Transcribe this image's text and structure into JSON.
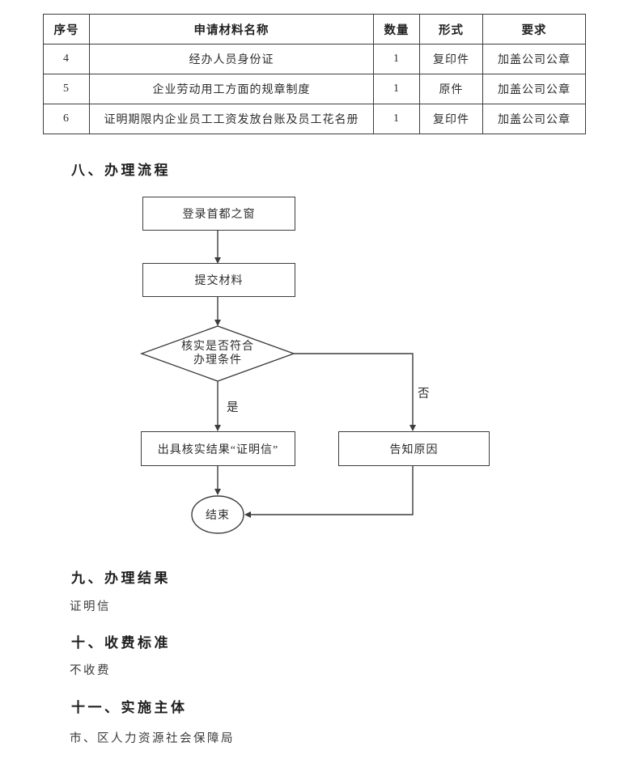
{
  "table": {
    "headers": [
      "序号",
      "申请材料名称",
      "数量",
      "形式",
      "要求"
    ],
    "rows": [
      [
        "4",
        "经办人员身份证",
        "1",
        "复印件",
        "加盖公司公章"
      ],
      [
        "5",
        "企业劳动用工方面的规章制度",
        "1",
        "原件",
        "加盖公司公章"
      ],
      [
        "6",
        "证明期限内企业员工工资发放台账及员工花名册",
        "1",
        "复印件",
        "加盖公司公章"
      ]
    ]
  },
  "sections": {
    "process_heading": "八、办理流程",
    "result_heading": "九、办理结果",
    "result_body": "证明信",
    "fee_heading": "十、收费标准",
    "fee_body": "不收费",
    "entity_heading": "十一、实施主体",
    "entity_body": "市、区人力资源社会保障局"
  },
  "flowchart": {
    "step_login": "登录首都之窗",
    "step_submit": "提交材料",
    "decision_line1": "核实是否符合",
    "decision_line2": "办理条件",
    "yes_label": "是",
    "no_label": "否",
    "issue_box": "出具核实结果“证明信”",
    "inform_box": "告知原因",
    "end_label": "结束"
  },
  "colors": {
    "line": "#3d3d3d",
    "text": "#2d2d2d",
    "background": "#ffffff"
  }
}
